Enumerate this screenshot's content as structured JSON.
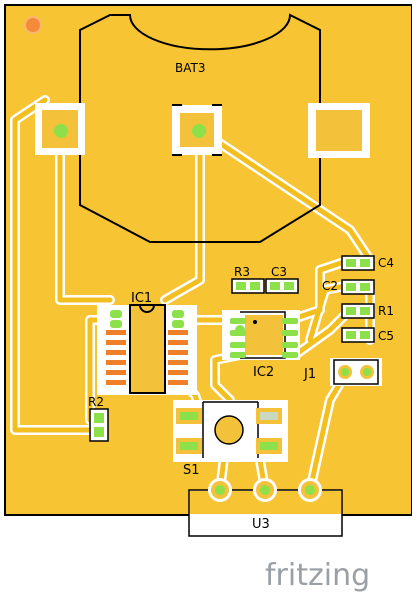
{
  "board": {
    "colors": {
      "board": "#f7c433",
      "board_edge": "#000000",
      "copper": "#f3c23a",
      "trace": "#f2bf1f",
      "clearance": "#ffffff",
      "silk": "#000000",
      "pad_green": "#8ce04a",
      "pad_orange": "#f07f2a",
      "pad_gray": "#c8d9c0",
      "marker": "#f58a3a"
    },
    "labels": {
      "bat3": "BAT3",
      "ic1": "IC1",
      "ic2": "IC2",
      "r1": "R1",
      "r2": "R2",
      "r3": "R3",
      "c2": "C2",
      "c3": "C3",
      "c4": "C4",
      "c5": "C5",
      "j1": "J1",
      "s1": "S1",
      "u3": "U3"
    }
  },
  "brand": {
    "logo_text": "fritzing",
    "logo_color": "#9aa0a5"
  }
}
